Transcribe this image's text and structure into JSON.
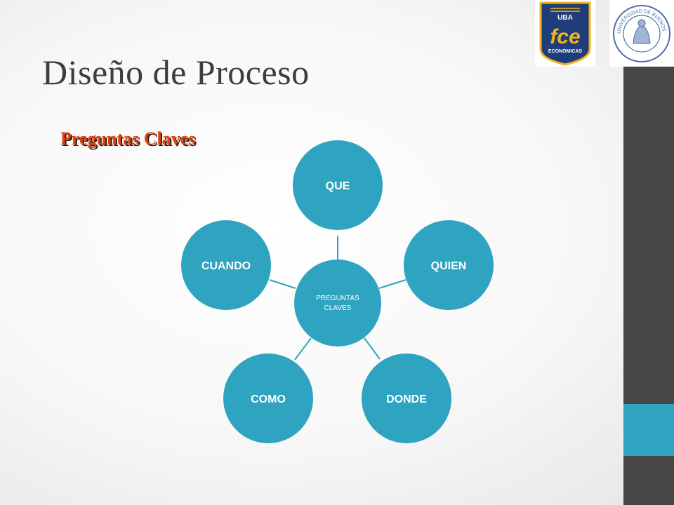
{
  "slide": {
    "title": "Diseño de Proceso",
    "subtitle": "Preguntas Claves"
  },
  "logos": {
    "fce": {
      "top": "UBA",
      "main": "fce",
      "bottom": "ECONÓMICAS"
    },
    "seal": {
      "ring_text": "UNIVERSIDAD DE BUENOS AIRES"
    }
  },
  "diagram": {
    "center": {
      "line1": "PREGUNTAS",
      "line2": "CLAVES"
    },
    "nodes": [
      "QUE",
      "QUIEN",
      "DONDE",
      "COMO",
      "CUANDO"
    ]
  },
  "colors": {
    "accent": "#2ea4c0",
    "sidebar": "#474747",
    "title": "#3d3d3d",
    "subtitle": "#d94310",
    "fce_blue": "#1f3d7a",
    "fce_gold": "#f0b41c"
  }
}
